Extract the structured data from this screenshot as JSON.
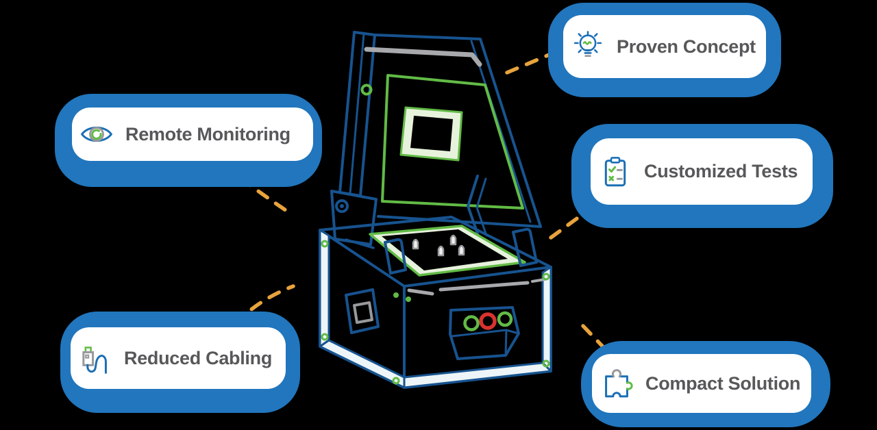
{
  "diagram": {
    "type": "product-feature-callout",
    "subject": "benchtop-test-fixture-device",
    "device": {
      "lid_state": "open",
      "front_panel_button_colors": [
        "green",
        "red",
        "green"
      ],
      "test_bed_pins": 4
    },
    "connector_style": "orange-dashed"
  },
  "badges": [
    {
      "id": "proven-concept",
      "label": "Proven Concept",
      "icon": "lightbulb-idea-icon"
    },
    {
      "id": "remote-monitoring",
      "label": "Remote Monitoring",
      "icon": "eye-monitoring-icon"
    },
    {
      "id": "customized-tests",
      "label": "Customized Tests",
      "icon": "clipboard-checklist-icon"
    },
    {
      "id": "reduced-cabling",
      "label": "Reduced Cabling",
      "icon": "usb-cable-icon"
    },
    {
      "id": "compact-solution",
      "label": "Compact Solution",
      "icon": "puzzle-piece-icon"
    }
  ],
  "colors": {
    "badge_blue": "#2176BD",
    "line_navy": "#17538F",
    "accent_green": "#62BB46",
    "pale_green_fill": "#E7F2DC",
    "text_gray": "#58585A",
    "icon_gray": "#97999C",
    "connector_orange": "#E8A33C",
    "button_red": "#D9332F",
    "edge_band_white": "#EDF5F8",
    "background": "#000000"
  }
}
